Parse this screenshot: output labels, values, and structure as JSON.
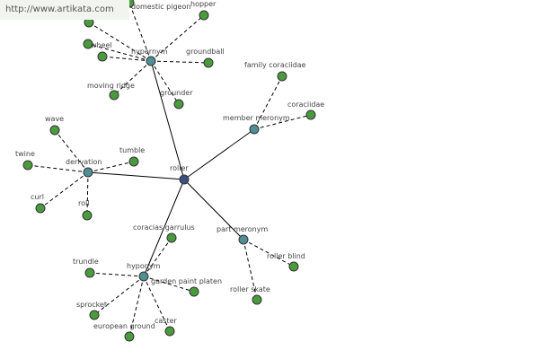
{
  "site": {
    "url": "http://www.artikata.com"
  },
  "graph": {
    "colors": {
      "root": "#3b4f7d",
      "relation": "#4f8f93",
      "leaf": "#4a9a3e",
      "edge": "#000000",
      "label": "#444444"
    },
    "root": {
      "id": "roller",
      "label": "roller"
    },
    "relations": [
      {
        "id": "hypernym",
        "label": "hypernym"
      },
      {
        "id": "member_meronym",
        "label": "member meronym"
      },
      {
        "id": "derivation",
        "label": "derivation"
      },
      {
        "id": "part_meronym",
        "label": "part meronym"
      },
      {
        "id": "hyponym",
        "label": "hyponym"
      }
    ],
    "leaves": [
      {
        "id": "l_top_unlabeled",
        "parent": "hypernym",
        "label": ""
      },
      {
        "id": "l_domestic_pigeon",
        "parent": "hypernym",
        "label": "domestic pigeon"
      },
      {
        "id": "l_hopper",
        "parent": "hypernym",
        "label": "hopper"
      },
      {
        "id": "l_ul_unlabeled",
        "parent": "hypernym",
        "label": ""
      },
      {
        "id": "l_wheel",
        "parent": "hypernym",
        "label": "wheel"
      },
      {
        "id": "l_groundball",
        "parent": "hypernym",
        "label": "groundball"
      },
      {
        "id": "l_moving_ridge",
        "parent": "hypernym",
        "label": "moving ridge"
      },
      {
        "id": "l_grounder",
        "parent": "hypernym",
        "label": "grounder"
      },
      {
        "id": "l_family_coraciidae",
        "parent": "member_meronym",
        "label": "family coraciidae"
      },
      {
        "id": "l_coraciidae",
        "parent": "member_meronym",
        "label": "coraciidae"
      },
      {
        "id": "l_wave",
        "parent": "derivation",
        "label": "wave"
      },
      {
        "id": "l_twine",
        "parent": "derivation",
        "label": "twine"
      },
      {
        "id": "l_tumble",
        "parent": "derivation",
        "label": "tumble"
      },
      {
        "id": "l_curl",
        "parent": "derivation",
        "label": "curl"
      },
      {
        "id": "l_roll",
        "parent": "derivation",
        "label": "roll"
      },
      {
        "id": "l_roller_blind",
        "parent": "part_meronym",
        "label": "roller blind"
      },
      {
        "id": "l_roller_skate",
        "parent": "part_meronym",
        "label": "roller skate"
      },
      {
        "id": "l_coracias_garrulus",
        "parent": "hyponym",
        "label": "coracias garrulus"
      },
      {
        "id": "l_trundle",
        "parent": "hyponym",
        "label": "trundle"
      },
      {
        "id": "l_garden_paint_platen",
        "parent": "hyponym",
        "label": "garden paint platen"
      },
      {
        "id": "l_sprocket",
        "parent": "hyponym",
        "label": "sprocket"
      },
      {
        "id": "l_european_ground",
        "parent": "hyponym",
        "label": "european ground"
      },
      {
        "id": "l_caster",
        "parent": "hyponym",
        "label": "caster"
      }
    ]
  }
}
